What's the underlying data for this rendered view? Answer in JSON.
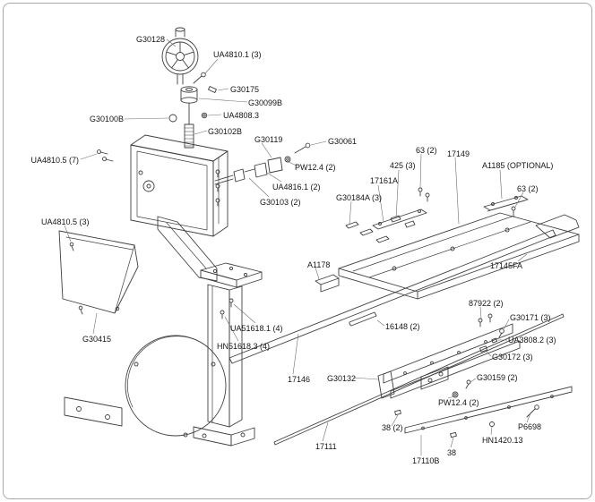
{
  "figure": {
    "kind": "exploded-parts-diagram",
    "background_color": "#ffffff",
    "line_color": "#3f3f3f",
    "leader_color": "#6e6e6e"
  },
  "labels": [
    {
      "text": "G30128"
    },
    {
      "text": "UA4810.1 (3)"
    },
    {
      "text": "G30175"
    },
    {
      "text": "G30099B"
    },
    {
      "text": "UA4808.3"
    },
    {
      "text": "G30100B"
    },
    {
      "text": "G30102B"
    },
    {
      "text": "G30119"
    },
    {
      "text": "G30061"
    },
    {
      "text": "PW12.4 (2)"
    },
    {
      "text": "UA4816.1 (2)"
    },
    {
      "text": "G30103 (2)"
    },
    {
      "text": "UA4810.5 (7)"
    },
    {
      "text": "UA4810.5 (3)"
    },
    {
      "text": "G30415"
    },
    {
      "text": "17161A"
    },
    {
      "text": "425 (3)"
    },
    {
      "text": "63 (2)"
    },
    {
      "text": "17149"
    },
    {
      "text": "A1185 (OPTIONAL)"
    },
    {
      "text": "63 (2)"
    },
    {
      "text": "G30184A (3)"
    },
    {
      "text": "17145FA"
    },
    {
      "text": "A1178"
    },
    {
      "text": "16148 (2)"
    },
    {
      "text": "87922 (2)"
    },
    {
      "text": "G30171 (3)"
    },
    {
      "text": "UA3808.2 (3)"
    },
    {
      "text": "G30172 (3)"
    },
    {
      "text": "G30159 (2)"
    },
    {
      "text": "PW12.4 (2)"
    },
    {
      "text": "17146"
    },
    {
      "text": "G30132"
    },
    {
      "text": "38 (2)"
    },
    {
      "text": "17111"
    },
    {
      "text": "17110B"
    },
    {
      "text": "38"
    },
    {
      "text": "HN1420.13"
    },
    {
      "text": "P6698"
    },
    {
      "text": "UA51618.1 (4)"
    },
    {
      "text": "HN51618.3 (4)"
    }
  ]
}
